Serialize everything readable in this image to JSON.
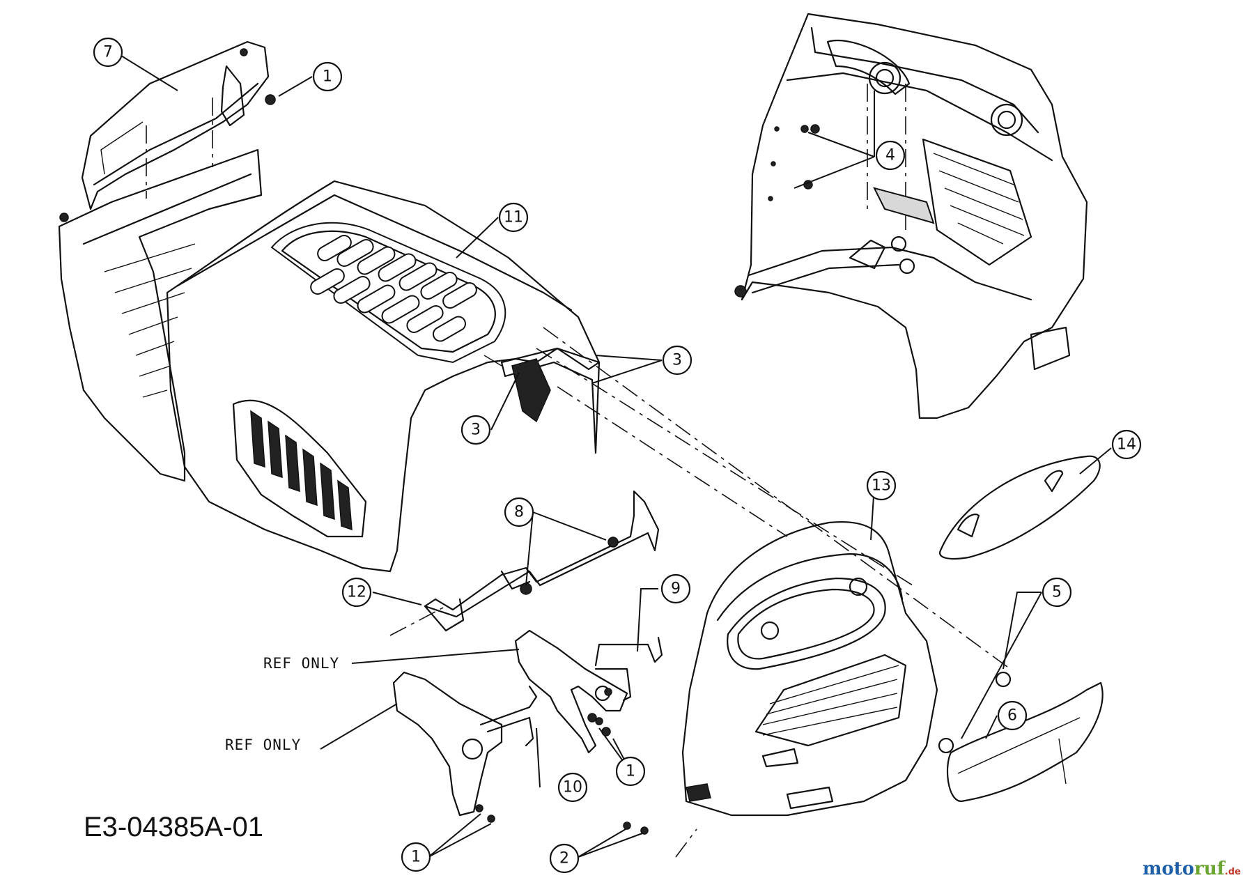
{
  "callouts": {
    "c7": "7",
    "c1a": "1",
    "c11": "11",
    "c4": "4",
    "c3a": "3",
    "c3b": "3",
    "c14": "14",
    "c13": "13",
    "c8": "8",
    "c12": "12",
    "c9": "9",
    "c5": "5",
    "c6": "6",
    "c10": "10",
    "c1b": "1",
    "c1c": "1",
    "c2": "2"
  },
  "ref_labels": {
    "upper": "REF ONLY",
    "lower": "REF ONLY"
  },
  "drawing_code": "E3-04385A-01",
  "watermark": {
    "brand_part1": "moto",
    "brand_part2": "ruf",
    "suffix": ".de",
    "color_main": "#1f5fa8",
    "color_accent": "#6aa531"
  }
}
